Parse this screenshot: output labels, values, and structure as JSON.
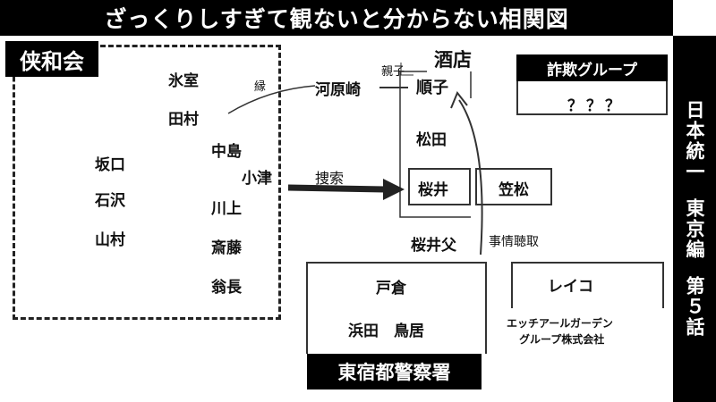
{
  "title": "ざっくりしすぎて観ないと分からない相関図",
  "side_label": [
    "日本統一",
    "東京編",
    "第５話"
  ],
  "groups": {
    "kyowakai": {
      "label": "侠和会",
      "members": [
        "氷室",
        "田村",
        "中島",
        "小津",
        "坂口",
        "石沢",
        "川上",
        "山村",
        "斎藤",
        "翁長"
      ]
    },
    "sakaten": {
      "label": "酒店",
      "members": [
        "順子",
        "松田",
        "桜井",
        "桜井父"
      ]
    },
    "sagi": {
      "label": "詐欺グループ",
      "members": [
        "？？？"
      ]
    },
    "police": {
      "label": "東宿都警察署",
      "members": [
        "戸倉",
        "浜田　鳥居"
      ]
    },
    "reiko": {
      "label": "レイコ",
      "company": [
        "エッチアールガーデン",
        "グループ株式会社"
      ]
    }
  },
  "persons": {
    "kawarazaki": "河原崎",
    "kasamatsu": "笠松"
  },
  "relations": {
    "en": "縁",
    "oyako": "親子",
    "sousaku": "捜索",
    "jijou": "事情聴取"
  }
}
